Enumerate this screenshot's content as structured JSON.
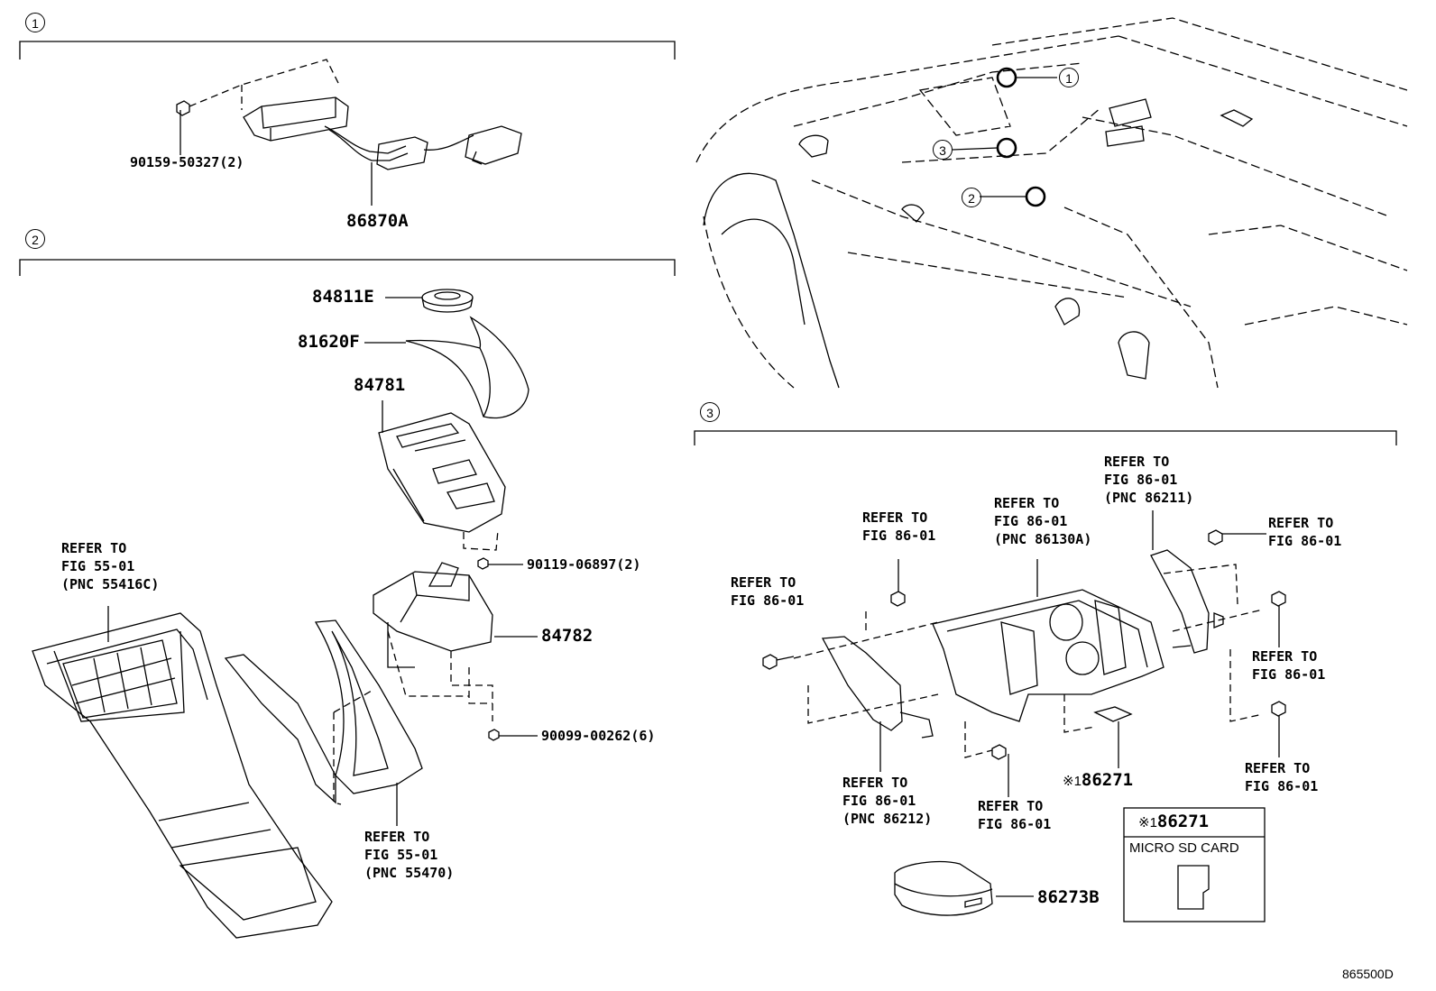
{
  "sections": {
    "s1": {
      "marker": "1"
    },
    "s2": {
      "marker": "2"
    },
    "s3": {
      "marker": "3"
    }
  },
  "car_callouts": [
    "1",
    "3",
    "2"
  ],
  "parts": {
    "bolt_1": "90159-50327(2)",
    "module_1": "86870A",
    "knob_cap": "84811E",
    "cover": "81620F",
    "panel": "84781",
    "screw_a": "90119-06897(2)",
    "switch": "84782",
    "screw_b": "90099-00262(6)",
    "sd_card": "86271",
    "sd_case": "86273B"
  },
  "refs": {
    "ref_55416c": [
      "REFER TO",
      "FIG 55-01",
      "(PNC 55416C)"
    ],
    "ref_55470": [
      "REFER TO",
      "FIG 55-01",
      "(PNC 55470)"
    ],
    "ref_86211": [
      "REFER TO",
      "FIG 86-01",
      "(PNC 86211)"
    ],
    "ref_86130a": [
      "REFER TO",
      "FIG 86-01",
      "(PNC 86130A)"
    ],
    "ref_top_left": [
      "REFER TO",
      "FIG 86-01"
    ],
    "ref_top_right": [
      "REFER TO",
      "FIG 86-01"
    ],
    "ref_left": [
      "REFER TO",
      "FIG 86-01"
    ],
    "ref_right_mid": [
      "REFER TO",
      "FIG 86-01"
    ],
    "ref_right_low": [
      "REFER TO",
      "FIG 86-01"
    ],
    "ref_86212": [
      "REFER TO",
      "FIG 86-01",
      "(PNC 86212)"
    ],
    "ref_bottom": [
      "REFER TO",
      "FIG 86-01"
    ]
  },
  "sd_note": {
    "mark": "※1",
    "part": "86271",
    "box_title": "86271",
    "box_caption": "MICRO SD CARD"
  },
  "figure_code": "865500D"
}
